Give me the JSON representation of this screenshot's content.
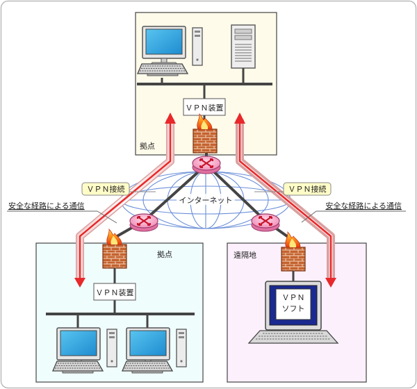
{
  "labels": {
    "top_site": "拠点",
    "left_site": "拠点",
    "remote_site": "遠隔地",
    "internet": "インターネット",
    "vpn_device_top": "ＶＰＮ装置",
    "vpn_device_left": "ＶＰＮ装置",
    "vpn_conn_left": "ＶＰＮ接続",
    "vpn_conn_right": "ＶＰＮ接続",
    "secure_route_left": "安全な経路による通信",
    "secure_route_right": "安全な経路による通信",
    "vpn_soft_line1": "ＶＰＮ",
    "vpn_soft_line2": "ソフト"
  },
  "colors": {
    "top_site_bg": "#fffbea",
    "left_site_bg": "#f0fdfd",
    "remote_site_bg": "#fcf0fc",
    "arrow_red": "#e8282a",
    "router_pink": "#f8a8c8",
    "firewall_brick": "#c4622f",
    "globe_blue": "#6a8ed8",
    "callout_bg": "#fffcc8"
  },
  "icons": [
    "desktop-pc-icon",
    "server-tower-icon",
    "keyboard-icon",
    "router-icon",
    "firewall-icon",
    "laptop-icon",
    "globe-icon"
  ]
}
